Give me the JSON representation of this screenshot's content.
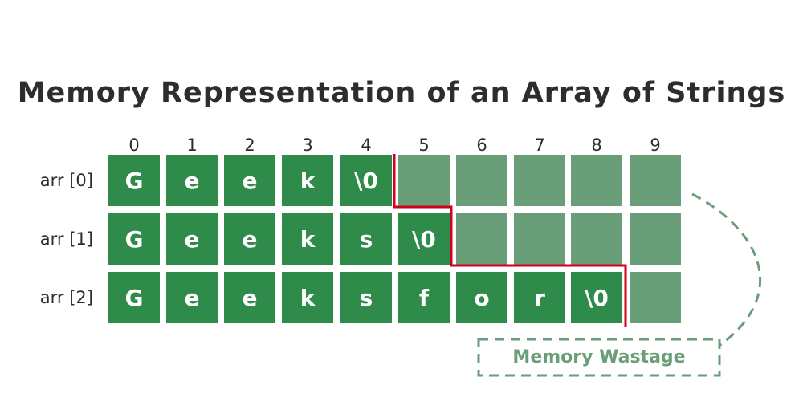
{
  "title": "Memory Representation of an Array of Strings",
  "columns": [
    "0",
    "1",
    "2",
    "3",
    "4",
    "5",
    "6",
    "7",
    "8",
    "9"
  ],
  "rows": [
    {
      "label": "arr [0]",
      "cells": [
        "G",
        "e",
        "e",
        "k",
        "\\0",
        "",
        "",
        "",
        "",
        ""
      ]
    },
    {
      "label": "arr [1]",
      "cells": [
        "G",
        "e",
        "e",
        "k",
        "s",
        "\\0",
        "",
        "",
        "",
        ""
      ]
    },
    {
      "label": "arr [2]",
      "cells": [
        "G",
        "e",
        "e",
        "k",
        "s",
        "f",
        "o",
        "r",
        "\\0",
        ""
      ]
    }
  ],
  "wastage_label": "Memory Wastage",
  "colors": {
    "used_cell": "#2e8b4a",
    "wasted_cell": "#6a9e78",
    "boundary_line": "#d0021b",
    "wastage_outline": "#6a9e78",
    "text": "#2d2d2d"
  }
}
